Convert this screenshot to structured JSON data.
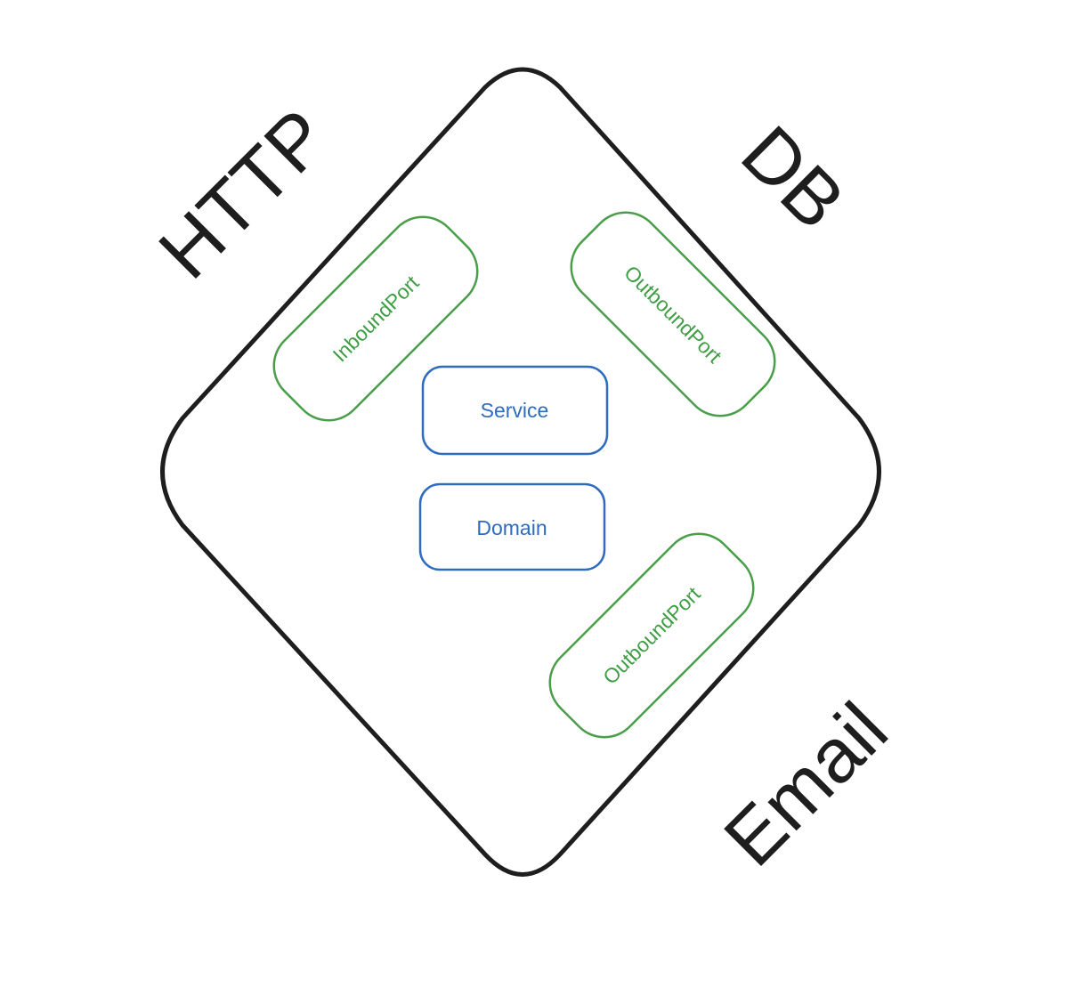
{
  "diagram": {
    "adapters": {
      "http": "HTTP",
      "db": "DB",
      "email": "Email"
    },
    "ports": {
      "inbound": "InboundPort",
      "outbound_db": "OutboundPort",
      "outbound_email": "OutboundPort"
    },
    "core": {
      "service": "Service",
      "domain": "Domain"
    },
    "colors": {
      "outline": "#1e1e1e",
      "port": "#4a9e4a",
      "core": "#2f6bbf"
    }
  }
}
